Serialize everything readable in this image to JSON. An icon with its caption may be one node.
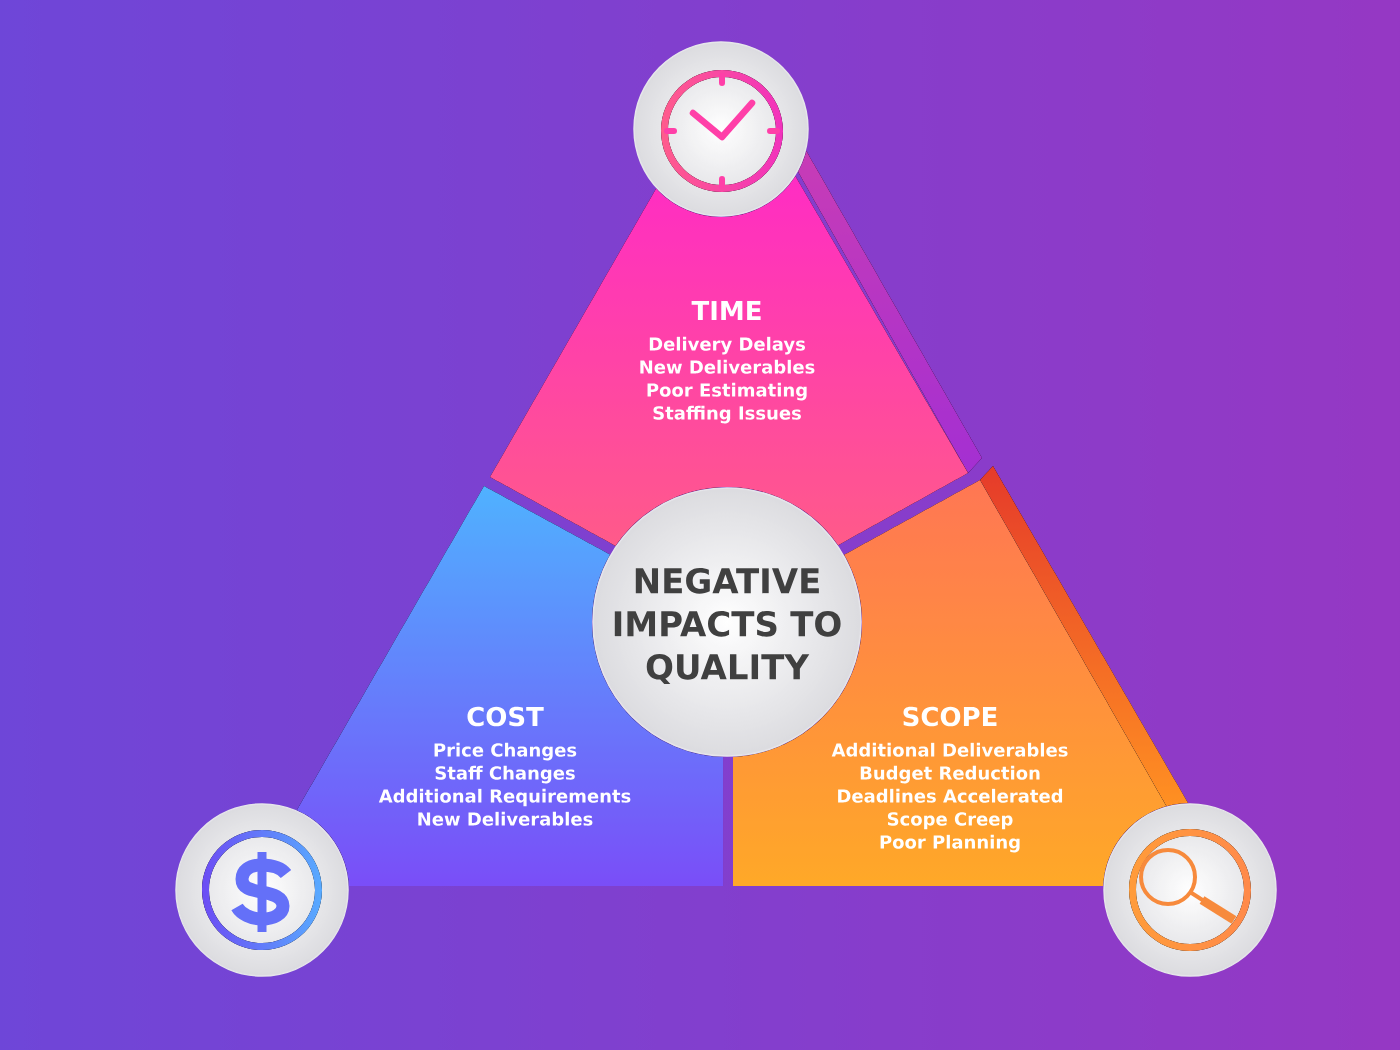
{
  "diagram": {
    "nodes": [
      {
        "text": [],
        "shape": "circle"
      },
      {
        "text": [
          "TIME",
          "Delivery Delays",
          "New Deliverables",
          "Poor Estimating",
          "Staffing Issues"
        ]
      },
      {
        "text": [
          "NEGATIVE IMPACTS TO QUALITY"
        ]
      },
      {
        "text": [
          "COST",
          "Price Changes",
          "Staff Changes",
          "Additional Requirements",
          "New Deliverables"
        ]
      },
      {
        "text": [
          "SCOPE",
          "Additional Deliverables",
          "Budget Reduction",
          "Deadlines Accelerated",
          "Scope Creep",
          "Poor Planning"
        ]
      },
      {
        "text": [],
        "shape": "circle"
      },
      {
        "text": [],
        "shape": "circle"
      }
    ]
  }
}
